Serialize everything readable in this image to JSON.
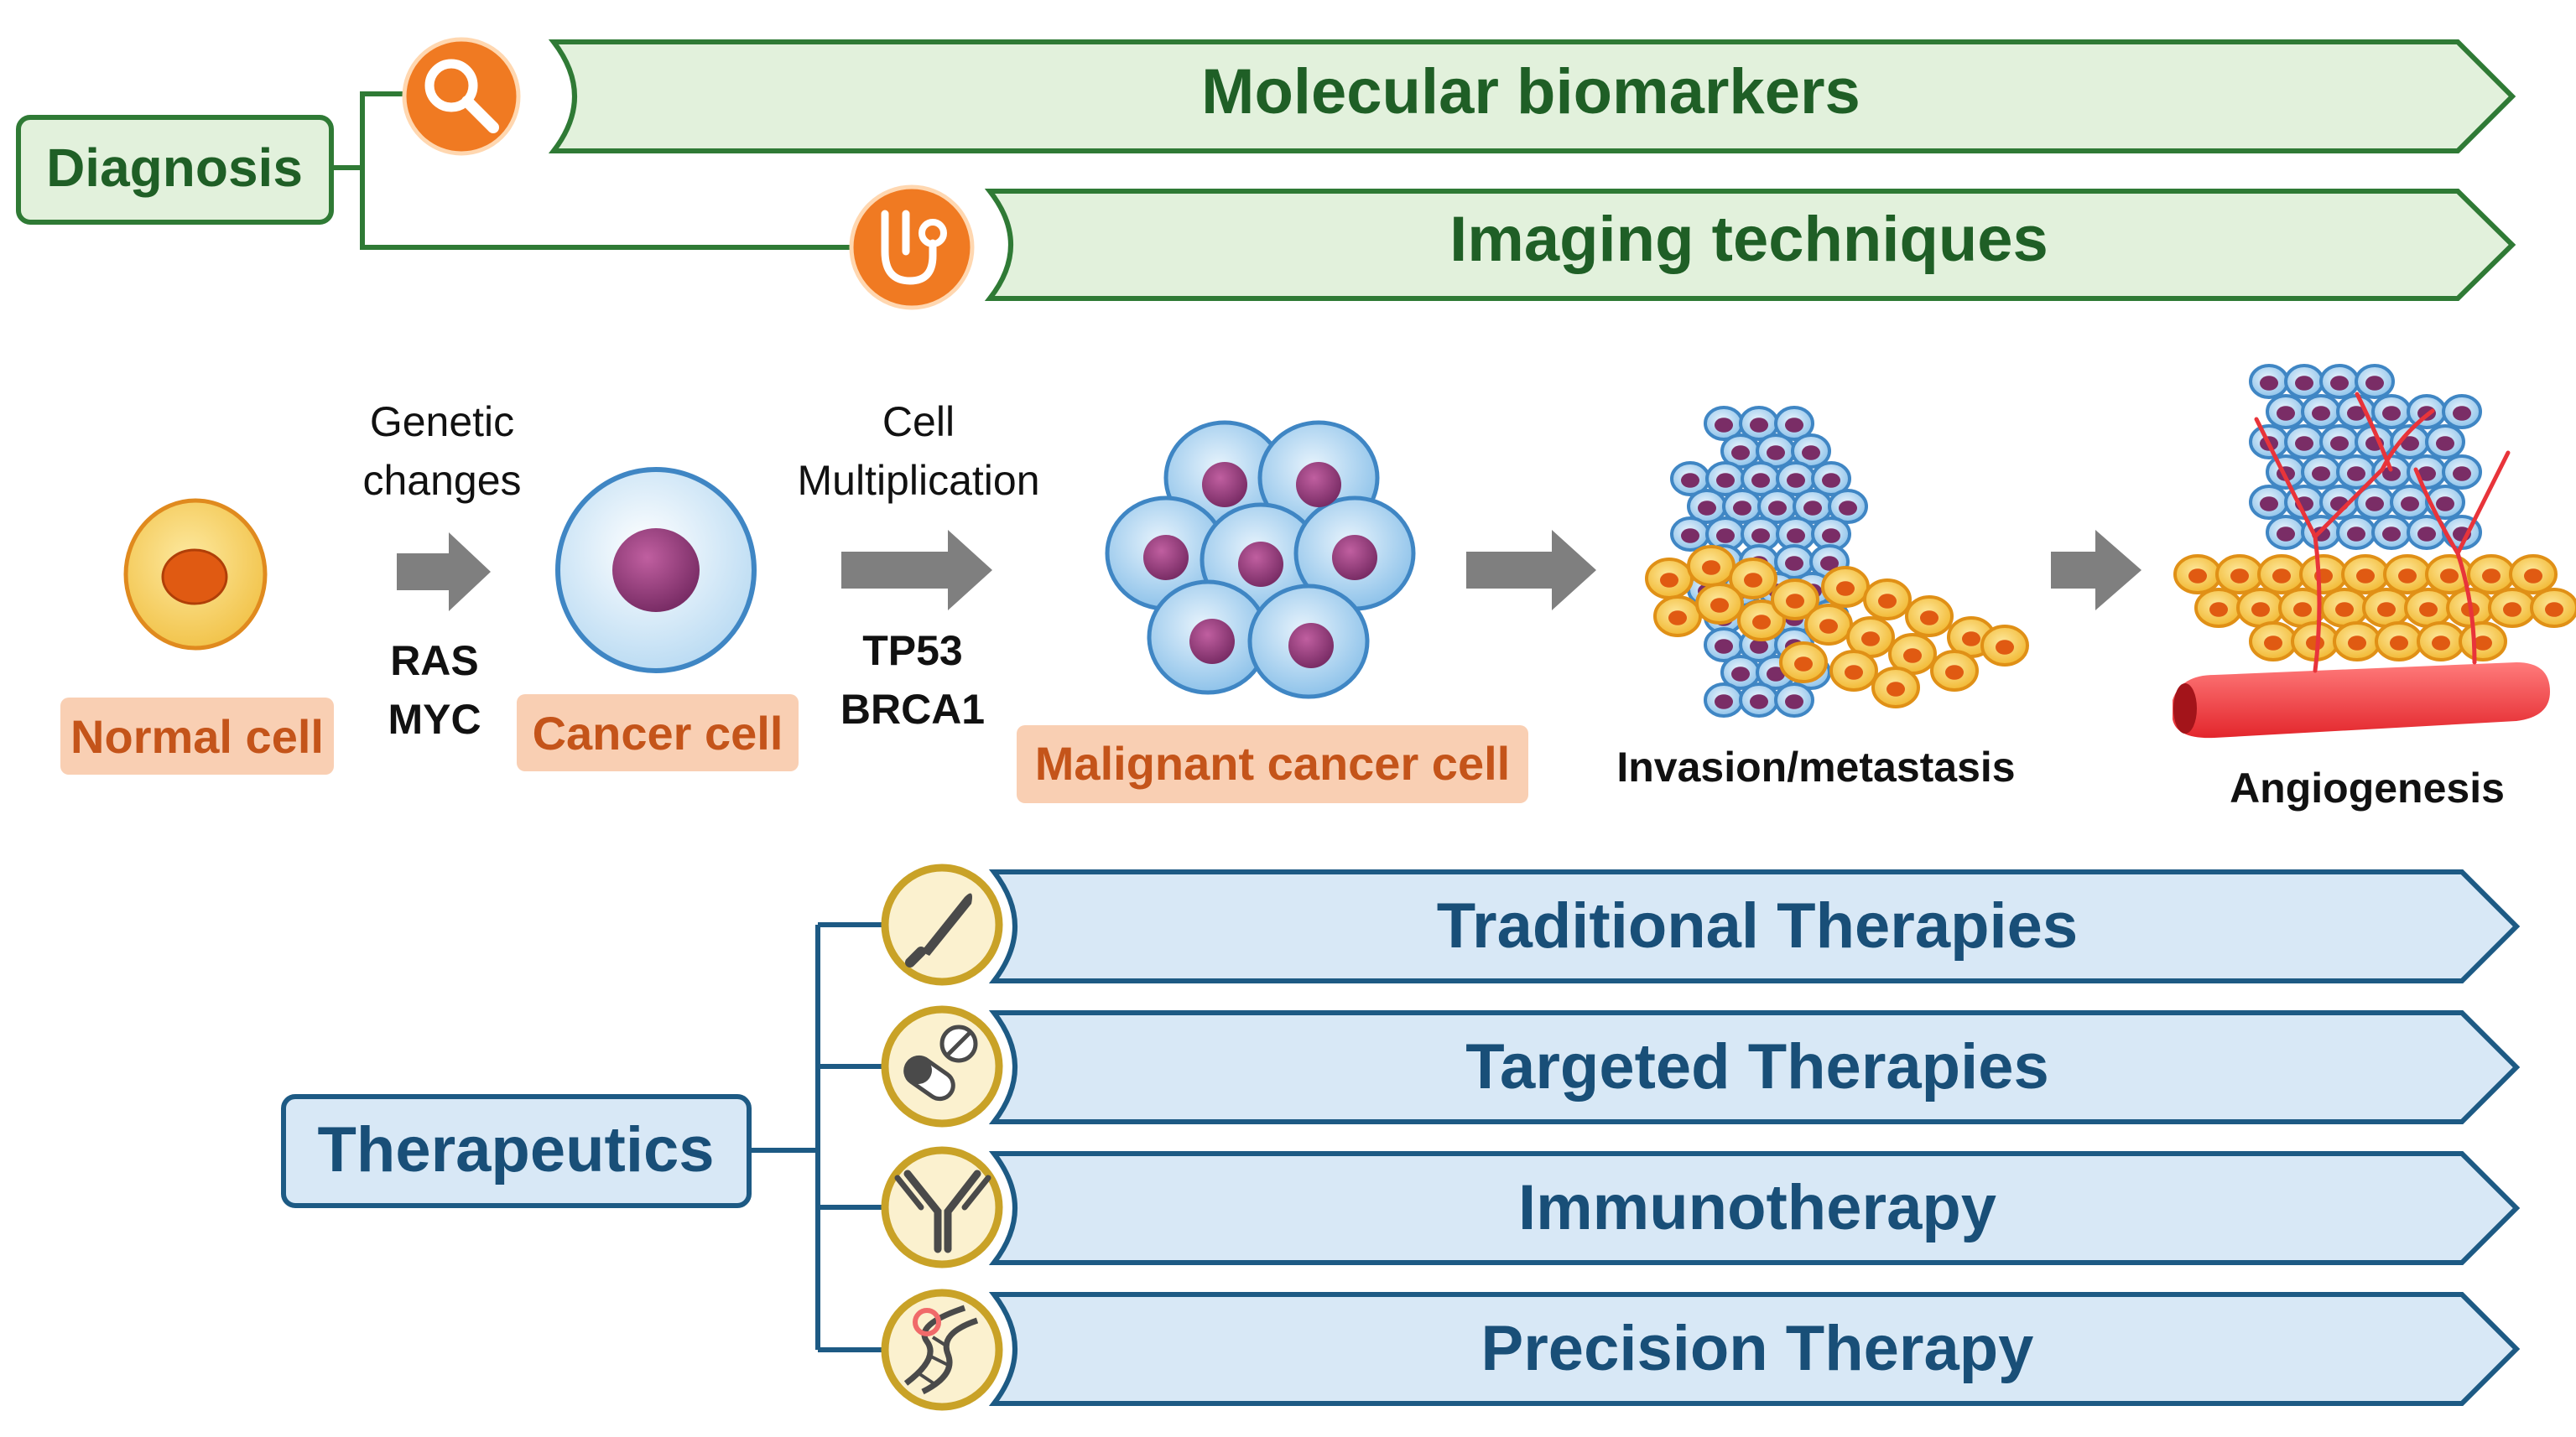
{
  "diagnosis": {
    "root_label": "Diagnosis",
    "items": [
      {
        "label": "Molecular biomarkers",
        "icon": "magnifier-icon"
      },
      {
        "label": "Imaging techniques",
        "icon": "stethoscope-icon"
      }
    ]
  },
  "progression": {
    "stages": [
      {
        "label": "Normal cell"
      },
      {
        "label": "Cancer cell"
      },
      {
        "label": "Malignant cancer cell"
      },
      {
        "label": "Invasion/metastasis"
      },
      {
        "label": "Angiogenesis"
      }
    ],
    "transitions": [
      {
        "top_line1": "Genetic",
        "top_line2": "changes",
        "bottom_line1": "RAS",
        "bottom_line2": "MYC"
      },
      {
        "top_line1": "Cell",
        "top_line2": "Multiplication",
        "bottom_line1": "TP53",
        "bottom_line2": "BRCA1"
      }
    ]
  },
  "therapeutics": {
    "root_label": "Therapeutics",
    "items": [
      {
        "label": "Traditional Therapies",
        "icon": "scalpel-icon"
      },
      {
        "label": "Targeted Therapies",
        "icon": "pill-icon"
      },
      {
        "label": "Immunotherapy",
        "icon": "antibody-icon"
      },
      {
        "label": "Precision Therapy",
        "icon": "dna-icon"
      }
    ]
  },
  "colors": {
    "diagnosis_stroke": "#2f7a35",
    "diagnosis_fill": "#e2f1dc",
    "diagnosis_text": "#1f5f26",
    "icon_orange": "#f07a22",
    "label_orange_fill": "#f9cfb3",
    "label_orange_text": "#c4541a",
    "therapy_stroke": "#1d5a84",
    "therapy_fill": "#d8e8f6",
    "therapy_text": "#194f78",
    "therapy_icon_stroke": "#c9a227",
    "therapy_icon_fill": "#fbf1cf",
    "arrow_gray": "#7f7f7f"
  }
}
